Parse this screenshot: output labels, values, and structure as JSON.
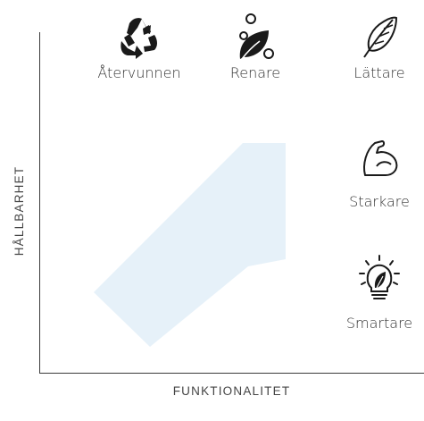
{
  "axes": {
    "y_label": "HÅLLBARHET",
    "x_label": "FUNKTIONALITET"
  },
  "features": [
    {
      "label": "Återvunnen",
      "icon": "recycle-icon"
    },
    {
      "label": "Renare",
      "icon": "leaf-bubbles-icon"
    },
    {
      "label": "Lättare",
      "icon": "feather-icon"
    },
    {
      "label": "Starkare",
      "icon": "flexed-arm-icon"
    },
    {
      "label": "Smartare",
      "icon": "lightbulb-leaf-icon"
    }
  ],
  "colors": {
    "arrow": "#e6f1f9",
    "axis": "#3a3a3a",
    "icon": "#1a1a1a"
  }
}
